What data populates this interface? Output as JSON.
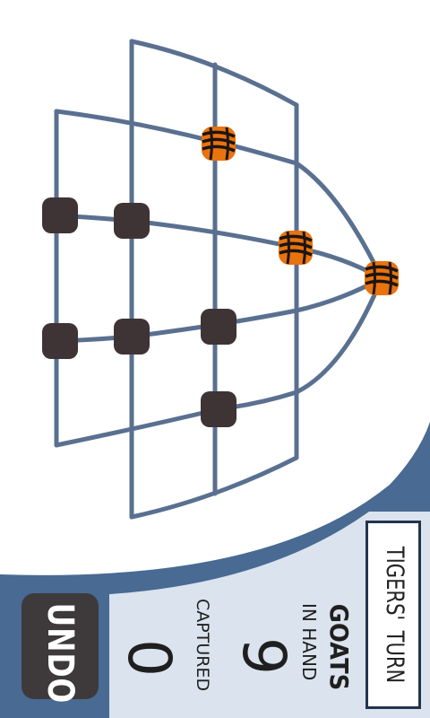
{
  "colors": {
    "panel_frame": "#486a93",
    "panel_fill": "#dbe3ee",
    "board_line": "#5a7090",
    "goat": "#3e3435",
    "tiger_orange": "#e8730f",
    "tiger_stripe": "#1d1512"
  },
  "controls": {
    "undo_label": "UNDO"
  },
  "status": {
    "turn_text": "TIGERS' TURN"
  },
  "goats": {
    "title": "GOATS",
    "in_hand_label": "IN HAND",
    "in_hand_value": "9",
    "captured_label": "CAPTURED",
    "captured_value": "0"
  },
  "board": {
    "pieces": [
      {
        "type": "tiger",
        "node": "apex"
      },
      {
        "type": "tiger",
        "node": "r3-b"
      },
      {
        "type": "tiger",
        "node": "r2-a"
      },
      {
        "type": "goat",
        "node": "r0-b"
      },
      {
        "type": "goat",
        "node": "r0-c"
      },
      {
        "type": "goat",
        "node": "r1-b"
      },
      {
        "type": "goat",
        "node": "r1-c"
      },
      {
        "type": "goat",
        "node": "r2-c"
      },
      {
        "type": "goat",
        "node": "r2-d"
      }
    ]
  }
}
